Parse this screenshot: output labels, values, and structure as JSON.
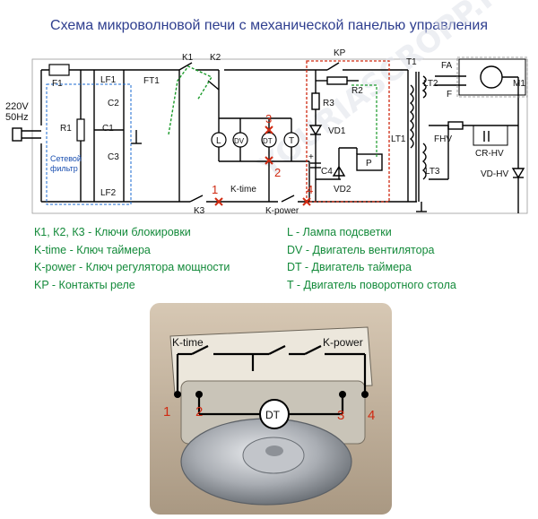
{
  "title": "Схема микроволновой печи с механической панелью управления",
  "watermark": "YOURIASCROPP.RU",
  "colors": {
    "title": "#2f3f8f",
    "legend": "#138a3a",
    "wire": "#000000",
    "green_dash": "#1a9a2a",
    "red_dash": "#d02a12",
    "marker": "#d02a12"
  },
  "schematic": {
    "supply": "220V",
    "freq": "50Hz",
    "F1": "F1",
    "R1": "R1",
    "C1": "C1",
    "C2": "C2",
    "C3": "C3",
    "LF1": "LF1",
    "LF2": "LF2",
    "filter_line1": "Сетевой",
    "filter_line2": "фильтр",
    "FT1": "FT1",
    "K1": "K1",
    "K2": "K2",
    "K3": "K3",
    "L": "L",
    "DV": "DV",
    "DT": "DT",
    "T": "T",
    "ktime": "K-time",
    "kpower": "K-power",
    "KP": "KP",
    "R2": "R2",
    "R3": "R3",
    "VD1": "VD1",
    "VD2": "VD2",
    "C4": "C4",
    "P": "P",
    "T1": "T1",
    "LT1": "LT1",
    "LT2": "LT2",
    "LT3": "LT3",
    "FA": "FA",
    "F": "F",
    "M1": "M1",
    "FHV": "FHV",
    "CRHV": "CR-HV",
    "VDHV": "VD-HV",
    "plus": "+",
    "n1": "1",
    "n2": "2",
    "n3": "3",
    "n4": "4"
  },
  "legend": {
    "left": [
      "К1, К2, К3 - Ключи блокировки",
      "K-time - Ключ таймера",
      "K-power - Ключ регулятора мощности",
      "KP - Контакты реле"
    ],
    "right": [
      "L - Лампа подсветки",
      "DV - Двигатель вентилятора",
      "DT - Двигатель таймера",
      "T - Двигатель поворотного стола"
    ]
  },
  "photo": {
    "ktime": "K-time",
    "kpower": "K-power",
    "DT": "DT",
    "n1": "1",
    "n2": "2",
    "n3": "3",
    "n4": "4"
  }
}
